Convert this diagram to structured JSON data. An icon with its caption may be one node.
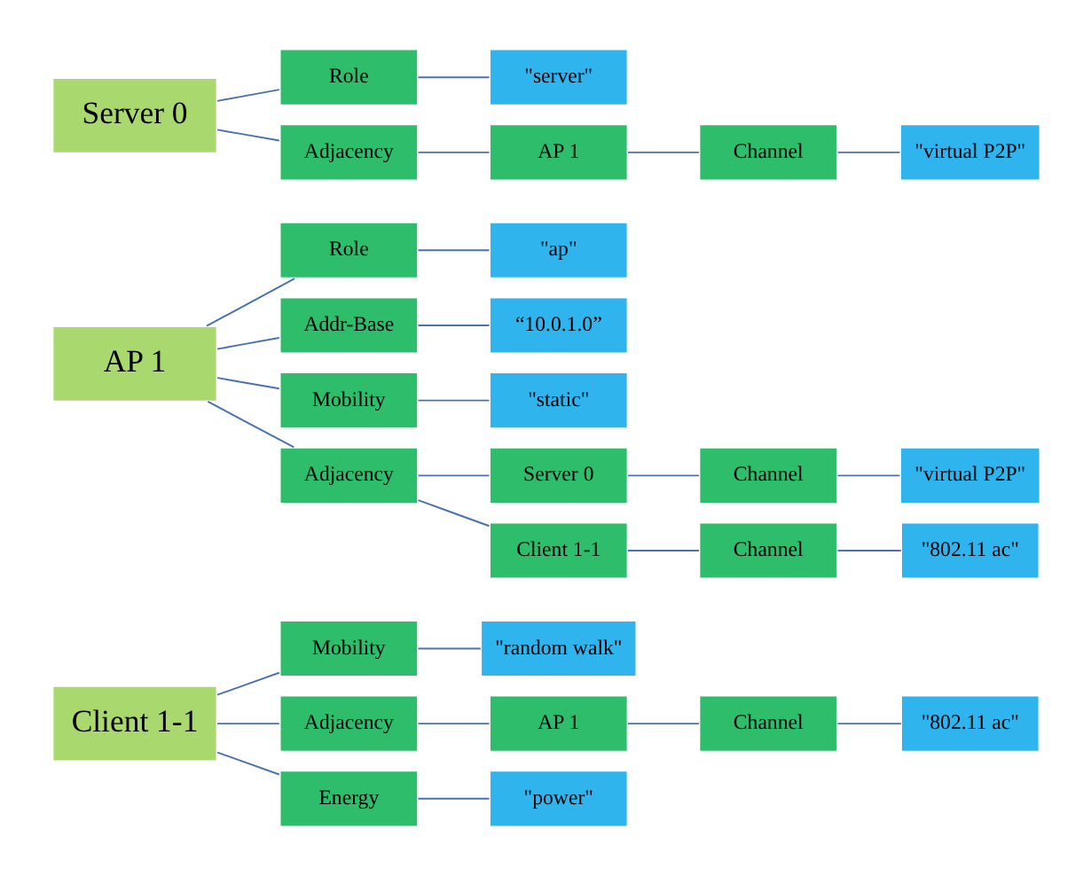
{
  "diagram": {
    "nodes": [
      {
        "text": [
          "Server 0"
        ]
      },
      {
        "text": [
          "Role"
        ]
      },
      {
        "text": [
          "\"server\""
        ]
      },
      {
        "text": [
          "Adjacency"
        ]
      },
      {
        "text": [
          "AP 1"
        ]
      },
      {
        "text": [
          "Channel"
        ]
      },
      {
        "text": [
          "\"virtual P2P\""
        ]
      },
      {
        "text": [
          "AP 1"
        ]
      },
      {
        "text": [
          "Role"
        ]
      },
      {
        "text": [
          "\"ap\""
        ]
      },
      {
        "text": [
          "Addr-Base"
        ]
      },
      {
        "text": [
          "“10.0.1.0”"
        ]
      },
      {
        "text": [
          "Mobility"
        ]
      },
      {
        "text": [
          "\"static\""
        ]
      },
      {
        "text": [
          "Adjacency"
        ]
      },
      {
        "text": [
          "Server 0"
        ]
      },
      {
        "text": [
          "Channel"
        ]
      },
      {
        "text": [
          "\"virtual P2P\""
        ]
      },
      {
        "text": [
          "Client 1-1"
        ]
      },
      {
        "text": [
          "Channel"
        ]
      },
      {
        "text": [
          "\"802.11 ac\""
        ]
      },
      {
        "text": [
          "Client 1-1"
        ]
      },
      {
        "text": [
          "Mobility"
        ]
      },
      {
        "text": [
          "\"random walk\""
        ]
      },
      {
        "text": [
          "Adjacency"
        ]
      },
      {
        "text": [
          "AP 1"
        ]
      },
      {
        "text": [
          "Channel"
        ]
      },
      {
        "text": [
          "\"802.11 ac\""
        ]
      },
      {
        "text": [
          "Energy"
        ]
      },
      {
        "text": [
          "\"power\""
        ]
      }
    ],
    "edges": [
      {
        "from": 0,
        "to": 1,
        "arrow": "none"
      },
      {
        "from": 1,
        "to": 2,
        "arrow": "none"
      },
      {
        "from": 0,
        "to": 3,
        "arrow": "none"
      },
      {
        "from": 3,
        "to": 4,
        "arrow": "none"
      },
      {
        "from": 4,
        "to": 5,
        "arrow": "none"
      },
      {
        "from": 5,
        "to": 6,
        "arrow": "none"
      },
      {
        "from": 7,
        "to": 8,
        "arrow": "none"
      },
      {
        "from": 8,
        "to": 9,
        "arrow": "none"
      },
      {
        "from": 7,
        "to": 10,
        "arrow": "none"
      },
      {
        "from": 10,
        "to": 11,
        "arrow": "none"
      },
      {
        "from": 7,
        "to": 12,
        "arrow": "none"
      },
      {
        "from": 12,
        "to": 13,
        "arrow": "none"
      },
      {
        "from": 7,
        "to": 14,
        "arrow": "none"
      },
      {
        "from": 14,
        "to": 15,
        "arrow": "none"
      },
      {
        "from": 15,
        "to": 16,
        "arrow": "none"
      },
      {
        "from": 16,
        "to": 17,
        "arrow": "none"
      },
      {
        "from": 14,
        "to": 18,
        "arrow": "none"
      },
      {
        "from": 18,
        "to": 19,
        "arrow": "none"
      },
      {
        "from": 19,
        "to": 20,
        "arrow": "none"
      },
      {
        "from": 21,
        "to": 22,
        "arrow": "none"
      },
      {
        "from": 22,
        "to": 23,
        "arrow": "none"
      },
      {
        "from": 21,
        "to": 24,
        "arrow": "none"
      },
      {
        "from": 24,
        "to": 25,
        "arrow": "none"
      },
      {
        "from": 25,
        "to": 26,
        "arrow": "none"
      },
      {
        "from": 26,
        "to": 27,
        "arrow": "none"
      },
      {
        "from": 21,
        "to": 28,
        "arrow": "none"
      },
      {
        "from": 28,
        "to": 29,
        "arrow": "none"
      }
    ]
  }
}
